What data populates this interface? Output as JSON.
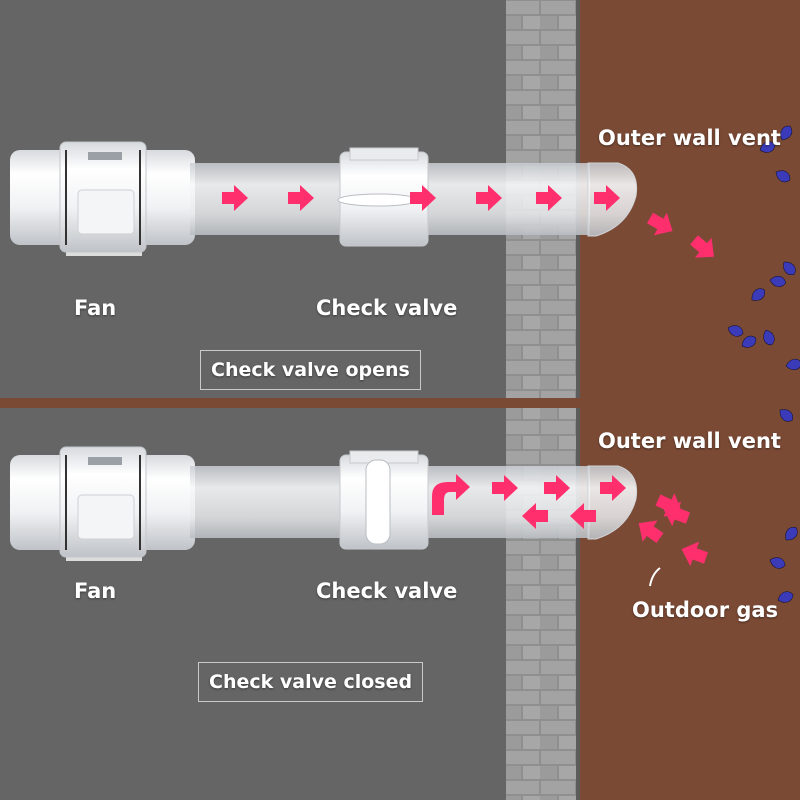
{
  "colors": {
    "interior_wall": "#6b6b6b",
    "exterior_wall": "#7a4a35",
    "brick": "#9a9a9a",
    "pipe": "#f2f3f5",
    "airflow_arrow": "#ff2f6e",
    "divider": "#7a4a35",
    "foliage": "#3b3ab8"
  },
  "top_panel": {
    "fan_label": "Fan",
    "valve_label": "Check valve",
    "vent_label": "Outer wall vent",
    "caption": "Check valve opens",
    "valve_state": "open",
    "airflow": "outward"
  },
  "bottom_panel": {
    "fan_label": "Fan",
    "valve_label": "Check valve",
    "vent_label": "Outer wall vent",
    "gas_label": "Outdoor gas",
    "caption": "Check valve closed",
    "valve_state": "closed",
    "airflow": "blocked"
  }
}
